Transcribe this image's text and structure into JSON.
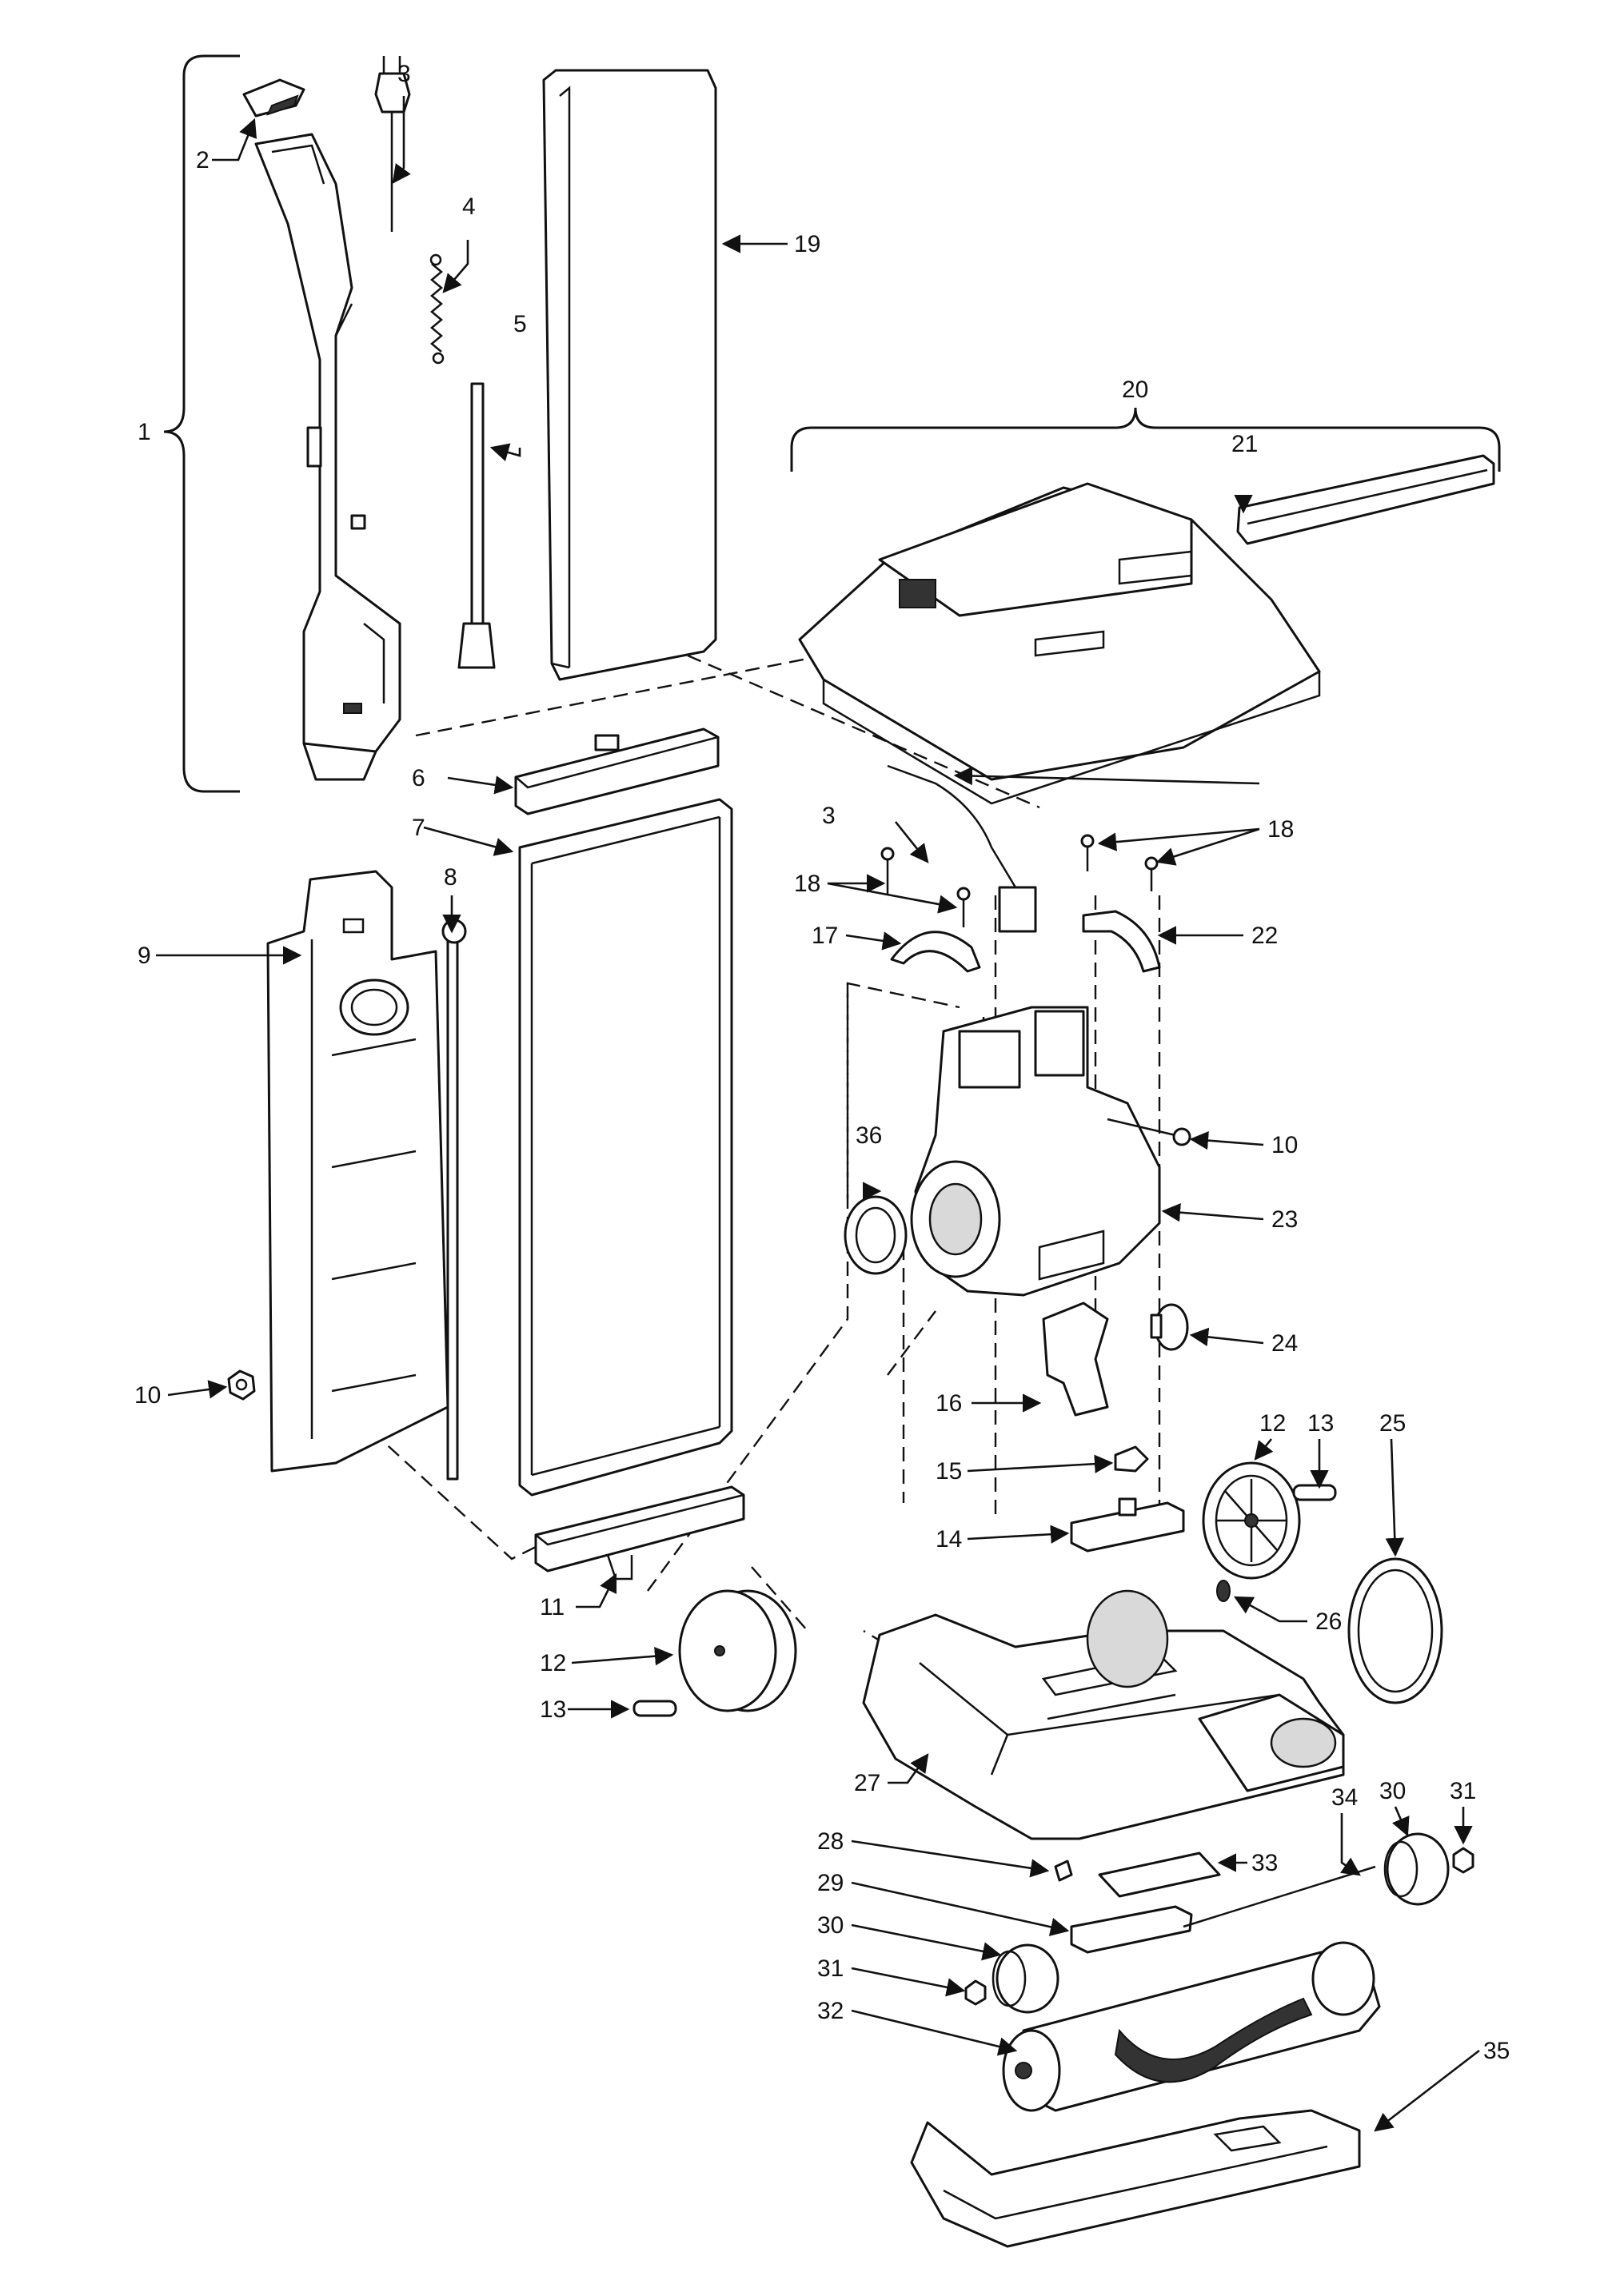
{
  "diagram": {
    "callout_labels": {
      "c1": "1",
      "c2": "2",
      "c3a": "3",
      "c3b": "3",
      "c4": "4",
      "c5": "5",
      "c6": "6",
      "c7": "7",
      "c8": "8",
      "c9": "9",
      "c10a": "10",
      "c10b": "10",
      "c11": "11",
      "c12a": "12",
      "c12b": "12",
      "c13a": "13",
      "c13b": "13",
      "c14": "14",
      "c15": "15",
      "c16": "16",
      "c17": "17",
      "c18a": "18",
      "c18b": "18",
      "c19": "19",
      "c20": "20",
      "c21": "21",
      "c22": "22",
      "c23": "23",
      "c24": "24",
      "c25": "25",
      "c26": "26",
      "c27": "27",
      "c28": "28",
      "c29": "29",
      "c30a": "30",
      "c30b": "30",
      "c31a": "31",
      "c31b": "31",
      "c32": "32",
      "c33": "33",
      "c34": "34",
      "c35": "35",
      "c36": "36"
    }
  }
}
